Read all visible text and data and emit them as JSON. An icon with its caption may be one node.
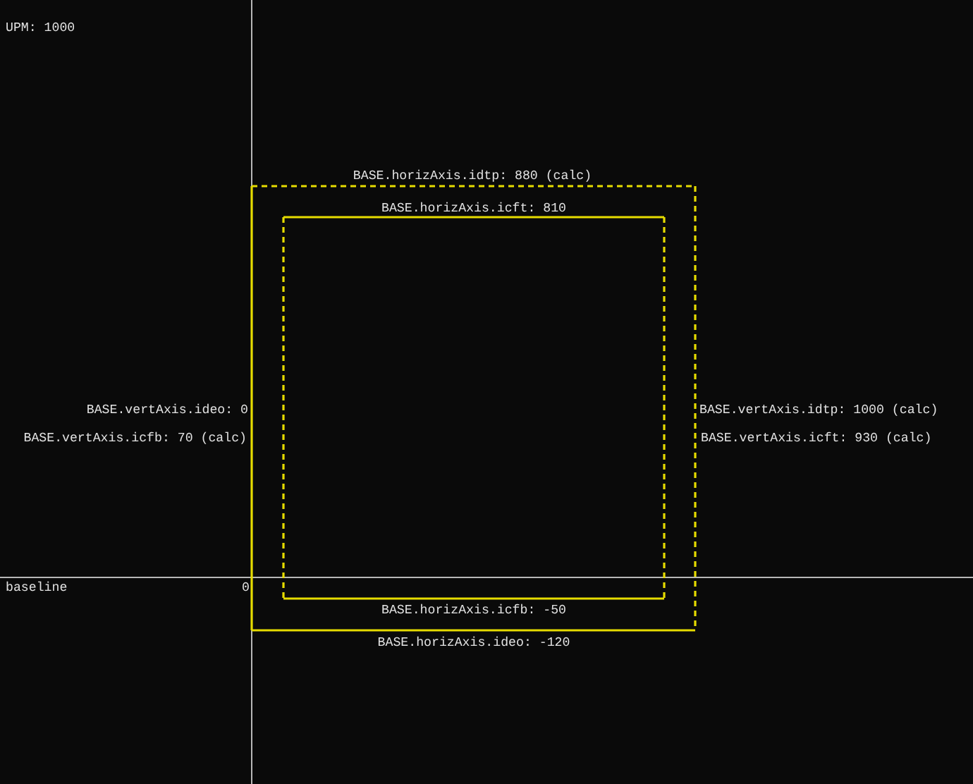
{
  "diagram": {
    "labels": [
      "UPM: 1000",
      "BASE.horizAxis.idtp: 880 (calc)",
      "BASE.horizAxis.icft: 810",
      "BASE.vertAxis.ideo: 0",
      "BASE.vertAxis.idtp: 1000 (calc)",
      "BASE.vertAxis.icfb: 70 (calc)",
      "BASE.vertAxis.icft: 930 (calc)",
      "baseline",
      "0",
      "BASE.horizAxis.icfb: -50",
      "BASE.horizAxis.ideo: -120"
    ]
  }
}
